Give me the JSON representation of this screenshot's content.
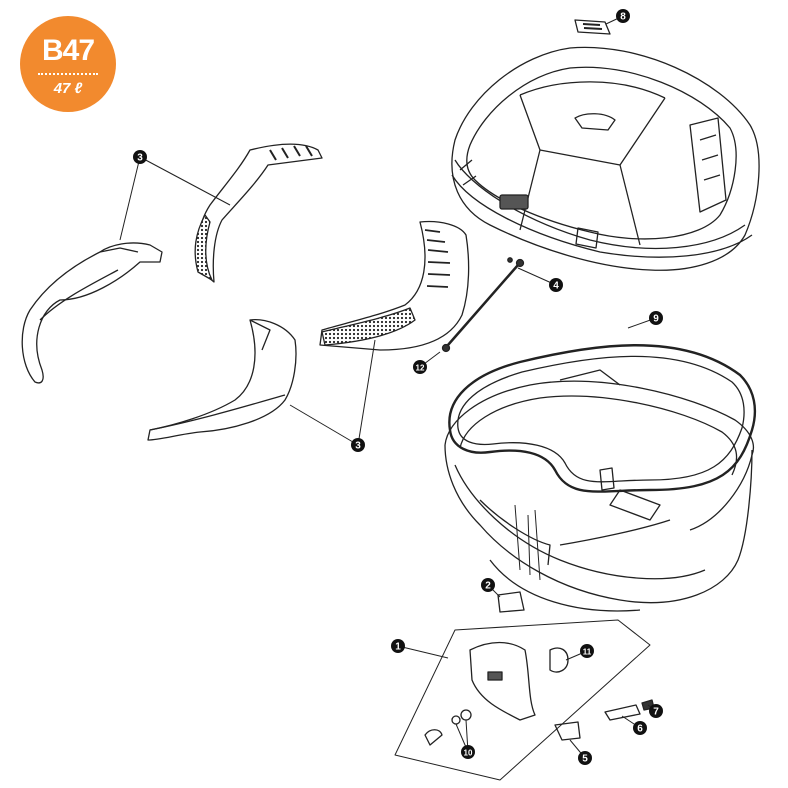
{
  "badge": {
    "model": "B47",
    "capacity": "47 ℓ",
    "color": "#f28a2e"
  },
  "callouts": [
    {
      "id": "1",
      "label": "1"
    },
    {
      "id": "2",
      "label": "2"
    },
    {
      "id": "3a",
      "label": "3"
    },
    {
      "id": "3b",
      "label": "3"
    },
    {
      "id": "4",
      "label": "4"
    },
    {
      "id": "5",
      "label": "5"
    },
    {
      "id": "6",
      "label": "6"
    },
    {
      "id": "7",
      "label": "7"
    },
    {
      "id": "8",
      "label": "8"
    },
    {
      "id": "9",
      "label": "9"
    },
    {
      "id": "10",
      "label": "10"
    },
    {
      "id": "11",
      "label": "11"
    },
    {
      "id": "12",
      "label": "12"
    }
  ],
  "colors": {
    "line": "#222222",
    "callout": "#111111",
    "accent": "#f28a2e"
  }
}
